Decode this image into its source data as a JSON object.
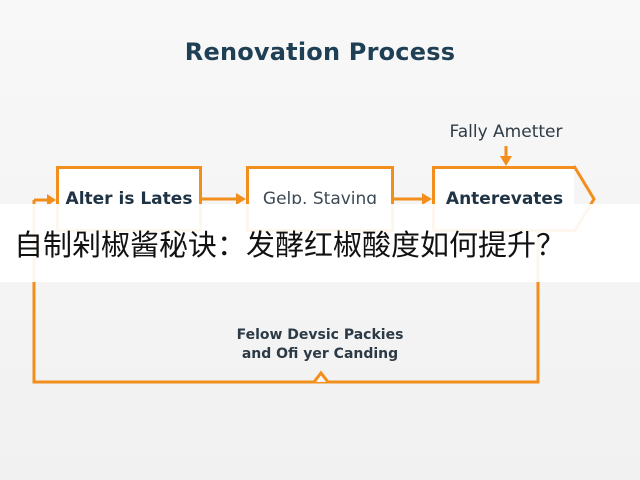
{
  "diagram": {
    "title": "Renovation Process",
    "annotation": "Fally Ametter",
    "steps": [
      {
        "label": "Alter is Lates"
      },
      {
        "label": "Gelp. Staving"
      },
      {
        "label": "Anterevates"
      }
    ],
    "loop_label_line1": "Felow Devsic Packies",
    "loop_label_line2": "and Ofi yer Canding",
    "stroke_color": "#f28f1c",
    "title_color": "#1f3f55"
  },
  "overlay": {
    "headline": "自制剁椒酱秘诀：发酵红椒酸度如何提升？"
  }
}
